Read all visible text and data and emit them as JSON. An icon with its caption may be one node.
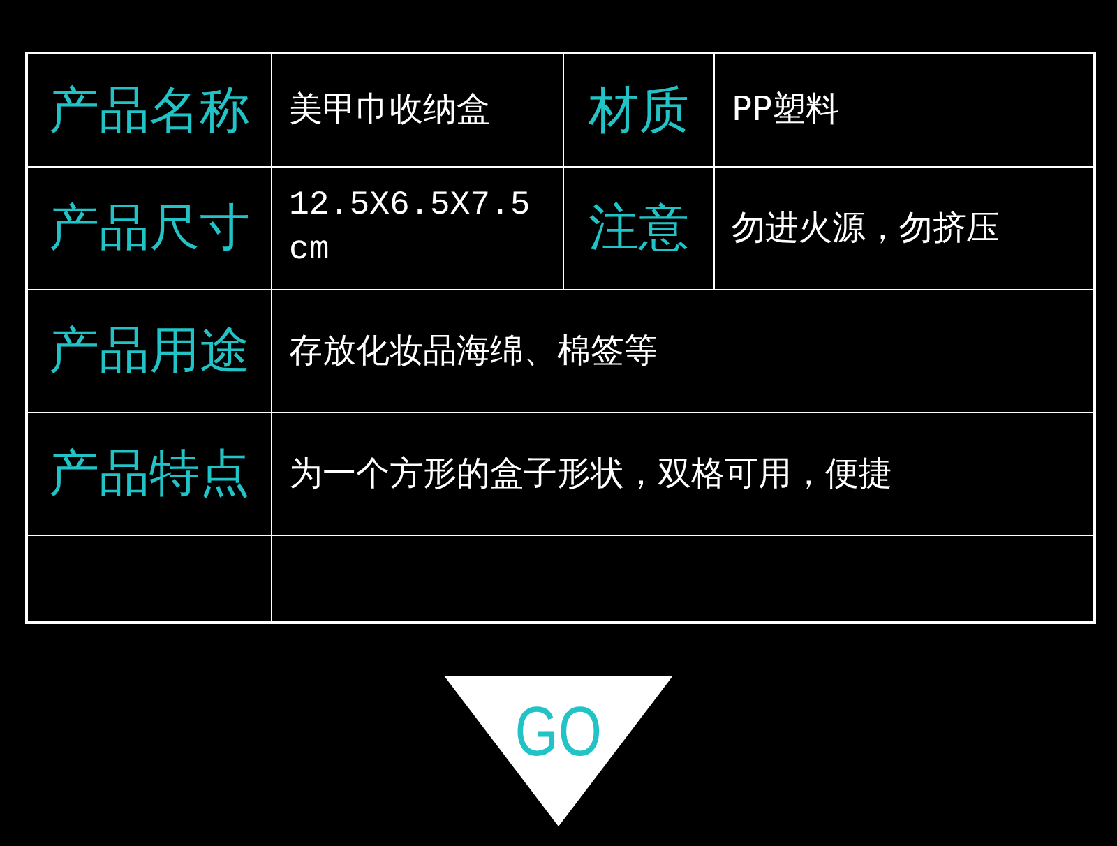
{
  "diagram": {
    "nodes": [
      {
        "text": [
          "GO"
        ]
      }
    ],
    "edges": [],
    "labels": [
      "产品名称",
      "美甲巾收纳盒",
      "材质",
      "PP塑料",
      "产品尺寸",
      "12.5X6.5X7.5 cm",
      "注意",
      "勿进火源，勿挤压",
      "产品用途",
      "存放化妆品海绵、棉签等",
      "产品特点",
      "为一个方形的盒子形状，双格可用，便捷"
    ]
  }
}
